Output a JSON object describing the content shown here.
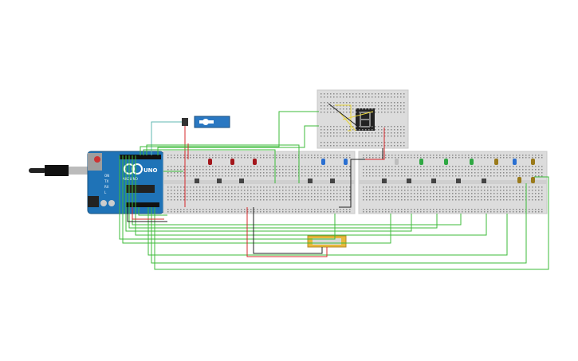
{
  "arduino": {
    "brand_text": "ARDUINO",
    "model_text": "UNO",
    "on_label": "ON",
    "tx_label": "TX",
    "rx_label": "RX",
    "l_label": "L"
  },
  "components": {
    "servo_name": "servo",
    "seven_segment_name": "7-segment display",
    "slide_potentiometer_name": "slide potentiometer"
  },
  "colors": {
    "wire_green": "#3dbb3a",
    "wire_red": "#d6282b",
    "wire_black": "#1f1f1f",
    "wire_yellow": "#e8d53b",
    "wire_teal": "#5fb7b0",
    "breadboard": "#dcdcdc",
    "arduino_board": "#1f73b7",
    "led_red": "#a3161b",
    "led_blue": "#2a6fd1",
    "led_green": "#2fa843",
    "led_yellow": "#9a7a1a",
    "led_white": "#bdbdbd",
    "potentiometer": "#e8b93a"
  }
}
